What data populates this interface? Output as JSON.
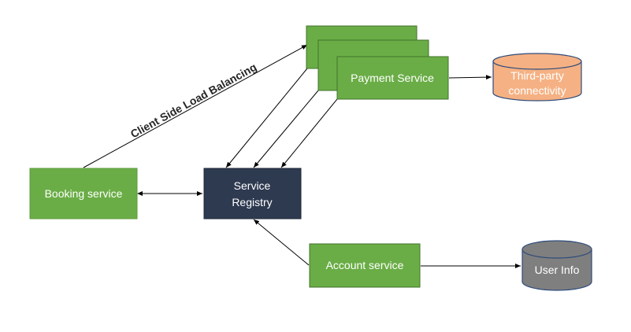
{
  "diagram": {
    "booking": {
      "label": "Booking service"
    },
    "registry": {
      "label_line1": "Service",
      "label_line2": "Registry"
    },
    "payment": {
      "label": "Payment Service"
    },
    "account": {
      "label": "Account service"
    },
    "third_party": {
      "label_line1": "Third-party",
      "label_line2": "connectivity"
    },
    "user_info": {
      "label": "User Info"
    },
    "load_balancing": {
      "label": "Client Side Load Balancing"
    }
  },
  "colors": {
    "service_green": "#6aad46",
    "service_green_border": "#41722b",
    "registry_navy": "#2e3a50",
    "third_party_orange": "#f5b183",
    "user_info_gray": "#7f7f7f",
    "db_border": "#2e4b7c",
    "arrow": "#000000",
    "text_light": "#ffffff",
    "text_dark": "#262626"
  }
}
